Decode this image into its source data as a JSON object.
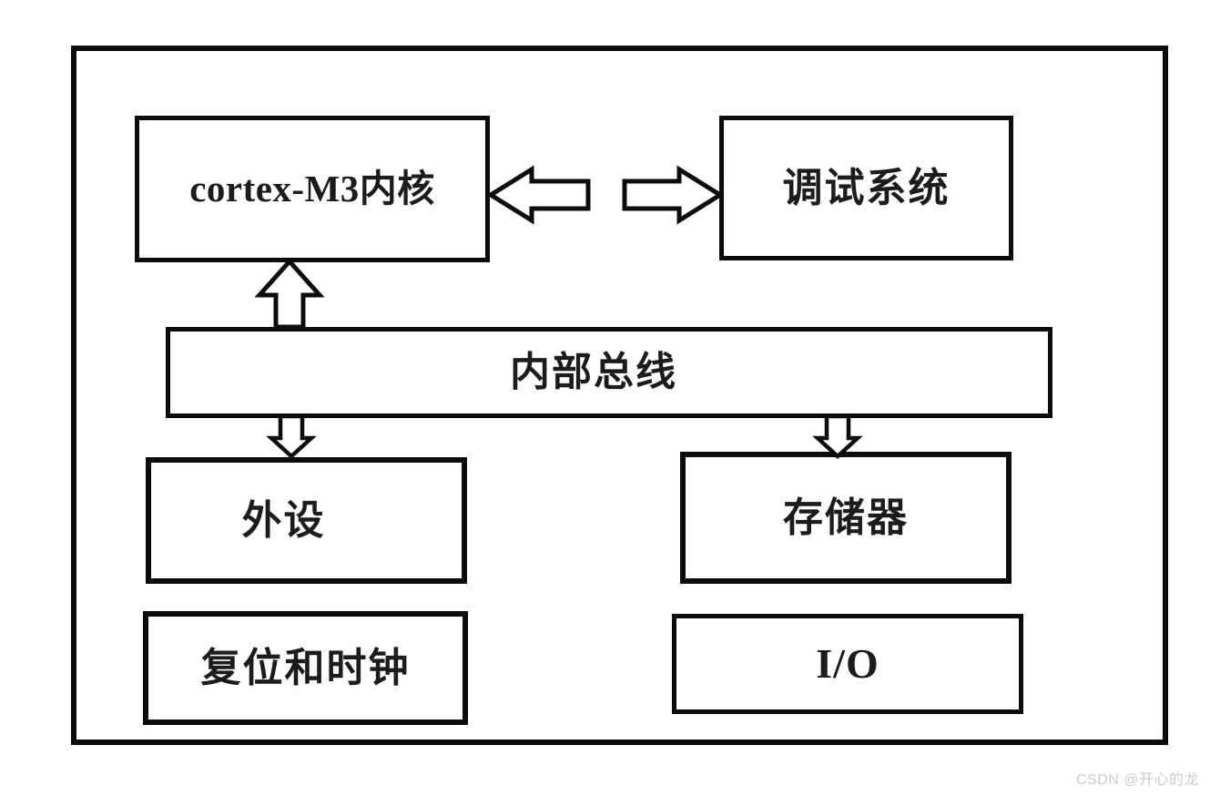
{
  "diagram": {
    "type": "block-diagram",
    "subject": "Cortex-M3 microcontroller internal architecture",
    "nodes": {
      "core": {
        "label": "cortex-M3内核"
      },
      "debug": {
        "label": "调试系统"
      },
      "bus": {
        "label": "内部总线"
      },
      "peripherals": {
        "label": "外设"
      },
      "memory": {
        "label": "存储器"
      },
      "reset_clock": {
        "label": "复位和时钟"
      },
      "io": {
        "label": "I/O"
      }
    },
    "connections": [
      {
        "from": "core",
        "to": "debug",
        "style": "hollow-block-arrows-both-directions"
      },
      {
        "from": "bus",
        "to": "core",
        "style": "hollow-block-arrow-up"
      },
      {
        "from": "bus",
        "to": "peripherals",
        "style": "hollow-block-arrow-down"
      },
      {
        "from": "bus",
        "to": "memory",
        "style": "hollow-block-arrow-down"
      }
    ],
    "colors": {
      "stroke": "#0c0c0c",
      "background": "#ffffff",
      "watermark_text": "#cbcbcb"
    },
    "watermark": "CSDN @开心的龙"
  }
}
